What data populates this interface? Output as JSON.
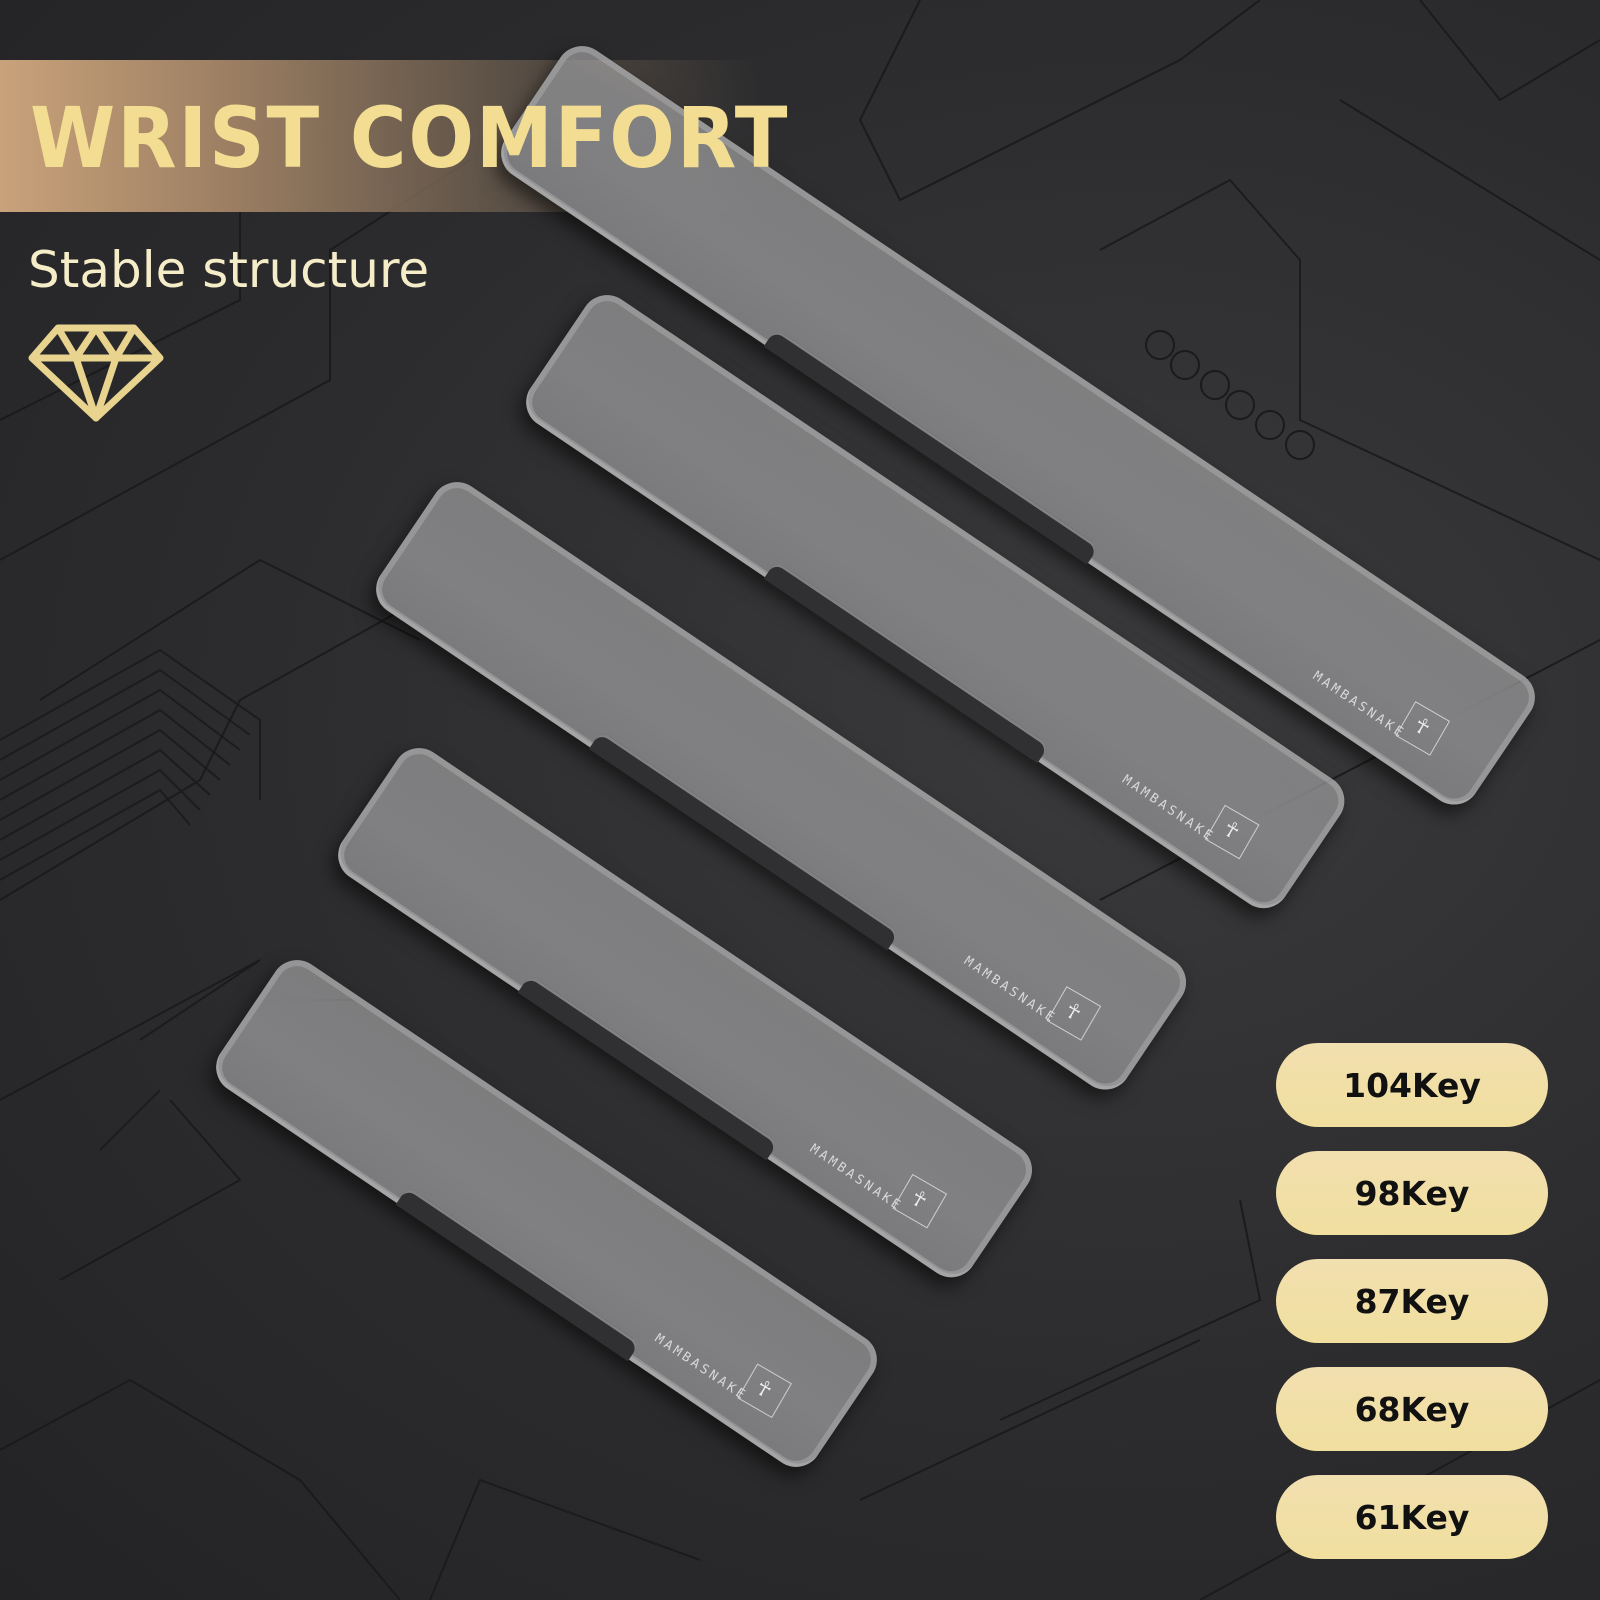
{
  "header": {
    "title": "WRIST COMFORT",
    "subtitle": "Stable structure",
    "feature_icon": "diamond-icon"
  },
  "colors": {
    "title": "#f2dd92",
    "subtitle": "#f5ecc8",
    "banner_gradient_start": "#c9a27a",
    "pill_background": "#f0df9e",
    "pill_text": "#111111",
    "background": "#2e2e30",
    "rest_body": "#808082"
  },
  "products": [
    {
      "label": "104Key",
      "brand": "MAMBASNAKE"
    },
    {
      "label": "98Key",
      "brand": "MAMBASNAKE"
    },
    {
      "label": "87Key",
      "brand": "MAMBASNAKE"
    },
    {
      "label": "68Key",
      "brand": "MAMBASNAKE"
    },
    {
      "label": "61Key",
      "brand": "MAMBASNAKE"
    }
  ],
  "icons": {
    "brand_mark": "snake-logo-icon",
    "diamond": "diamond-icon"
  }
}
